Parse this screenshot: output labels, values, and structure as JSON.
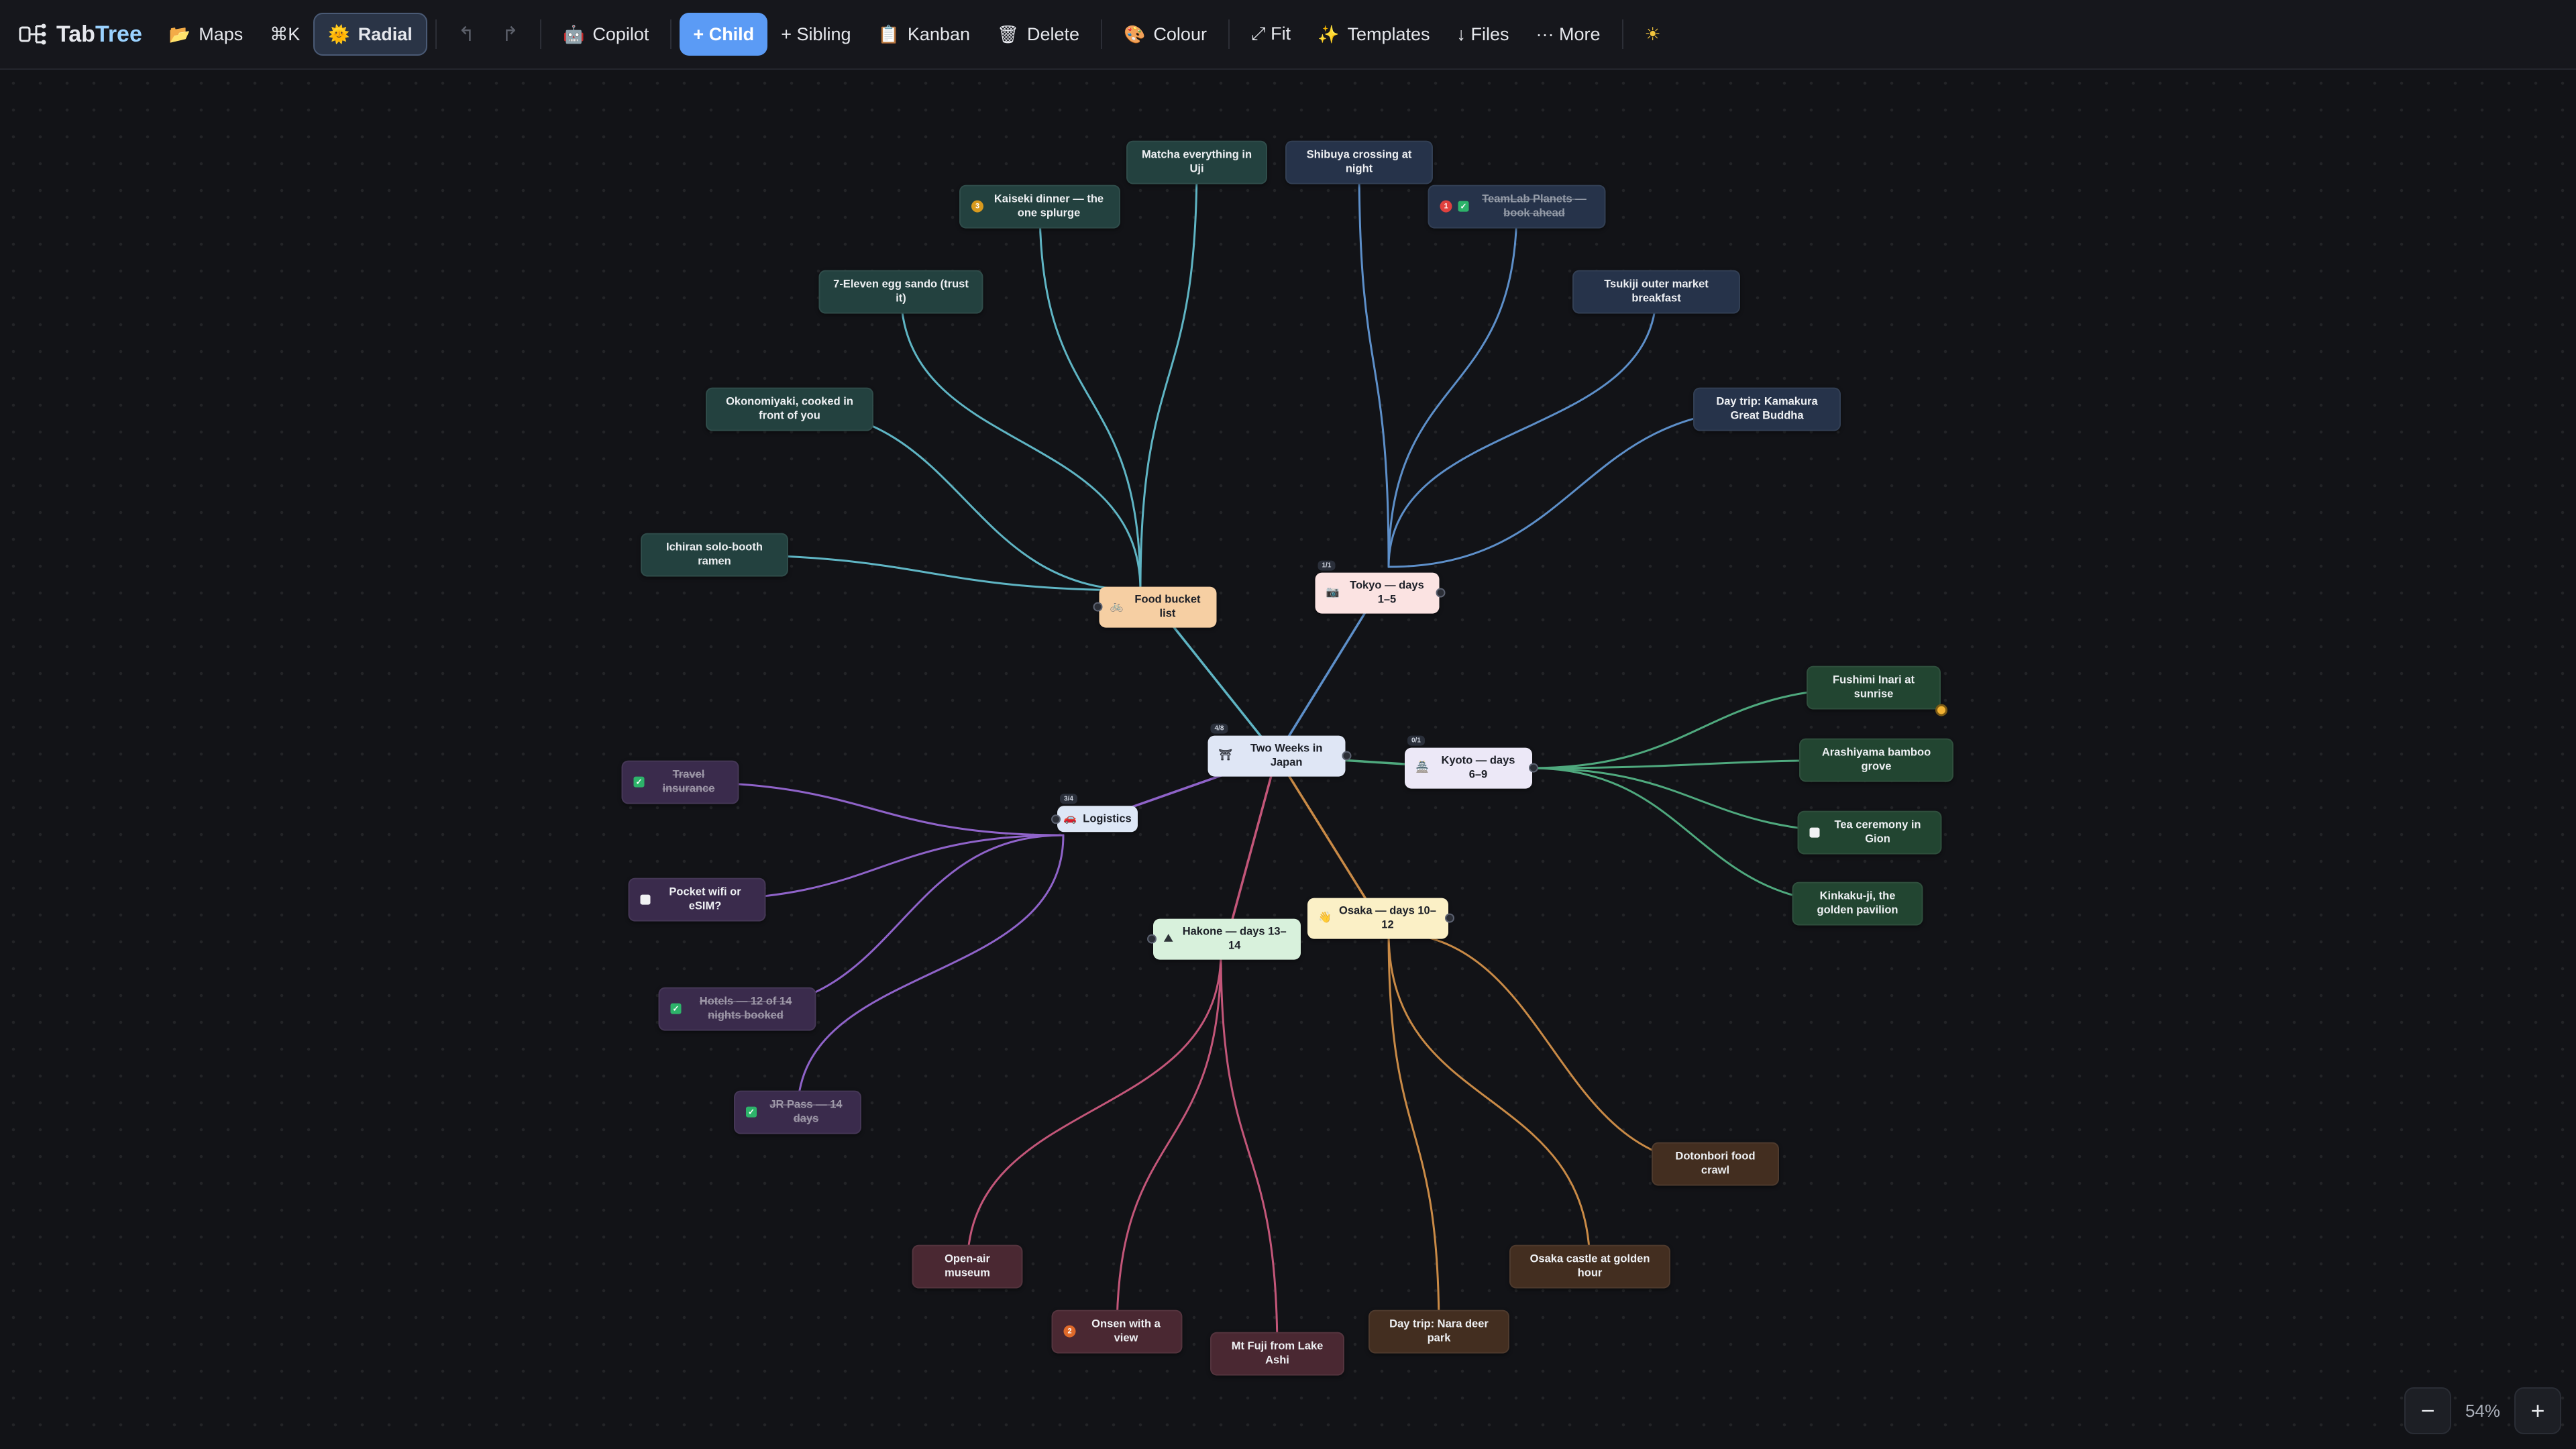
{
  "app": {
    "logo_prefix": "Tab",
    "logo_accent": "Tree"
  },
  "toolbar": {
    "maps": "Maps",
    "cmdk": "⌘K",
    "radial": "Radial",
    "undo": "↰",
    "redo": "↱",
    "copilot": "Copilot",
    "child": "+ Child",
    "sibling": "+ Sibling",
    "kanban": "Kanban",
    "delete": "Delete",
    "colour": "Colour",
    "fit": "⤢ Fit",
    "templates": "Templates",
    "files": "↓ Files",
    "more": "··· More",
    "theme": "☀"
  },
  "colors": {
    "food": "#5fb5c4",
    "tokyo": "#5d8fc9",
    "kyoto": "#4fa97e",
    "logistics": "#8f63c9",
    "hakone": "#c35679",
    "osaka": "#c98a46",
    "accent": "#5b9bf5"
  },
  "root": {
    "label": "Two Weeks in Japan",
    "badge": "4/8",
    "icon": "torii-icon"
  },
  "branches": {
    "food": {
      "label": "Food bucket list",
      "icon": "bike-icon"
    },
    "tokyo": {
      "label": "Tokyo — days 1–5",
      "badge": "1/1",
      "icon": "camera-icon"
    },
    "kyoto": {
      "label": "Kyoto — days 6–9",
      "badge": "0/1",
      "icon": "temple-icon"
    },
    "logistics": {
      "label": "Logistics",
      "badge": "3/4",
      "icon": "car-icon"
    },
    "hakone": {
      "label": "Hakone — days 13–14",
      "icon": "mountain-icon"
    },
    "osaka": {
      "label": "Osaka — days 10–12",
      "icon": "hand-icon"
    }
  },
  "leaves": {
    "food": [
      {
        "label": "Matcha everything in Uji"
      },
      {
        "label": "Kaiseki dinner — the one splurge",
        "priority": "3"
      },
      {
        "label": "7-Eleven egg sando (trust it)"
      },
      {
        "label": "Okonomiyaki, cooked in front of you"
      },
      {
        "label": "Ichiran solo-booth ramen"
      }
    ],
    "tokyo": [
      {
        "label": "Shibuya crossing at night"
      },
      {
        "label": "TeamLab Planets — book ahead",
        "priority": "1",
        "done": true
      },
      {
        "label": "Tsukiji outer market breakfast"
      },
      {
        "label": "Day trip: Kamakura Great Buddha"
      }
    ],
    "kyoto": [
      {
        "label": "Fushimi Inari at sunrise"
      },
      {
        "label": "Arashiyama bamboo grove"
      },
      {
        "label": "Tea ceremony in Gion",
        "todo": true
      },
      {
        "label": "Kinkaku-ji, the golden pavilion"
      }
    ],
    "logistics": [
      {
        "label": "Travel insurance",
        "done": true
      },
      {
        "label": "Pocket wifi or eSIM?",
        "todo": true
      },
      {
        "label": "Hotels — 12 of 14 nights booked",
        "done": true
      },
      {
        "label": "JR Pass — 14 days",
        "done": true
      }
    ],
    "hakone": [
      {
        "label": "Open-air museum"
      },
      {
        "label": "Onsen with a view",
        "priority": "2"
      },
      {
        "label": "Mt Fuji from Lake Ashi"
      }
    ],
    "osaka": [
      {
        "label": "Dotonbori food crawl"
      },
      {
        "label": "Osaka castle at golden hour"
      },
      {
        "label": "Day trip: Nara deer park"
      }
    ]
  },
  "zoom": {
    "level": "54%",
    "minus": "−",
    "plus": "+"
  }
}
